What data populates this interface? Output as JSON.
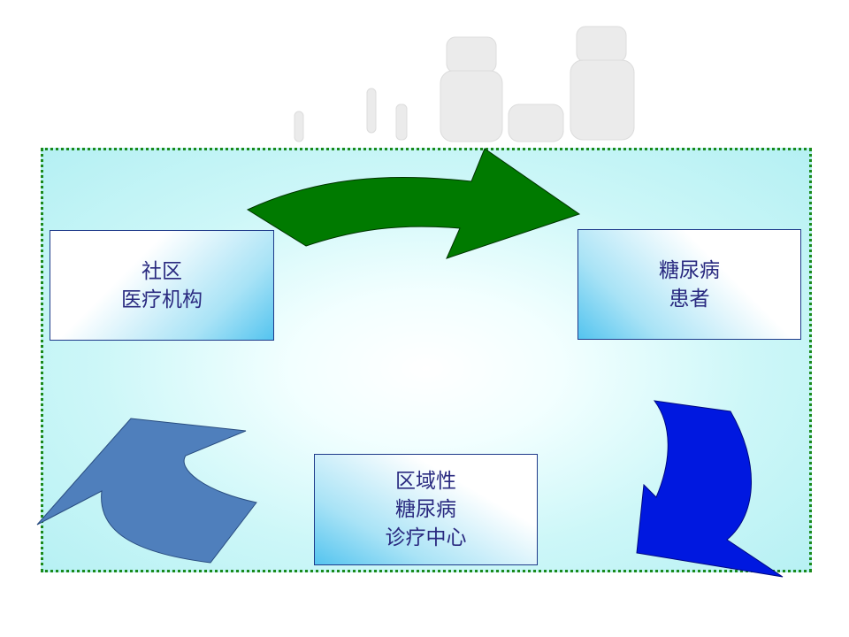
{
  "nodes": {
    "community": {
      "line1": "社区",
      "line2": "医疗机构"
    },
    "patient": {
      "line1": "糖尿病",
      "line2": "患者"
    },
    "center": {
      "line1": "区域性",
      "line2": "糖尿病",
      "line3": "诊疗中心"
    }
  },
  "colors": {
    "arrow_top": "#007a00",
    "arrow_right": "#0018e0",
    "arrow_left": "#4f7fbc",
    "frame_border": "#1b8a1b",
    "text": "#2a2a80"
  },
  "icons": {
    "background_decoration": "medicine-vials-icon"
  }
}
